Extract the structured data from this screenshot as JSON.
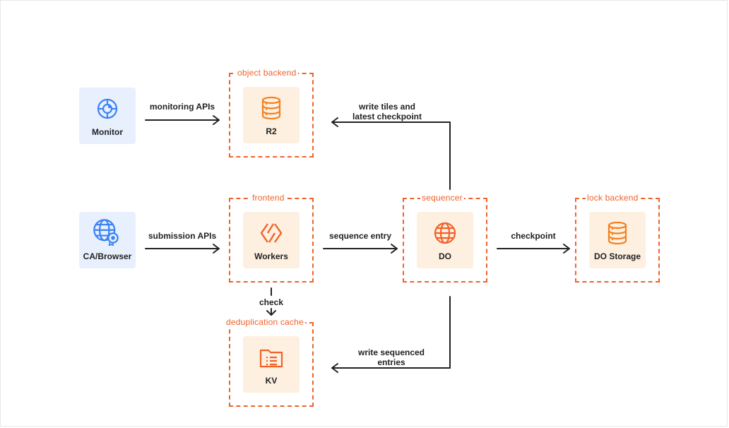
{
  "nodes": {
    "monitor": {
      "label": "Monitor",
      "icon": "monitor-icon",
      "color": "#3b82f6"
    },
    "ca_browser": {
      "label": "CA/Browser",
      "icon": "globe-certificate-icon",
      "color": "#3b82f6"
    },
    "r2": {
      "label": "R2",
      "icon": "database-icon",
      "color": "#f38020"
    },
    "workers": {
      "label": "Workers",
      "icon": "workers-icon",
      "color": "#f38020"
    },
    "do": {
      "label": "DO",
      "icon": "globe-icon",
      "color": "#f38020"
    },
    "do_storage": {
      "label": "DO Storage",
      "icon": "database-icon",
      "color": "#f38020"
    },
    "kv": {
      "label": "KV",
      "icon": "folder-list-icon",
      "color": "#f38020"
    }
  },
  "groups": {
    "object_backend": "object backend",
    "frontend": "frontend",
    "sequencer": "sequencer",
    "lock_backend": "lock backend",
    "dedup_cache": "deduplication cache"
  },
  "edges": {
    "monitoring_apis": "monitoring APIs",
    "submission_apis": "submission APIs",
    "sequence_entry": "sequence entry",
    "checkpoint": "checkpoint",
    "check": "check",
    "write_tiles_1": "write tiles and",
    "write_tiles_2": "latest checkpoint",
    "write_seq_1": "write sequenced",
    "write_seq_2": "entries"
  },
  "colors": {
    "accent": "#f0622b",
    "orange_icon": "#f38020",
    "blue_icon": "#3b82f6",
    "orange_card": "#fdf0e0",
    "blue_card": "#e8f0fd"
  }
}
